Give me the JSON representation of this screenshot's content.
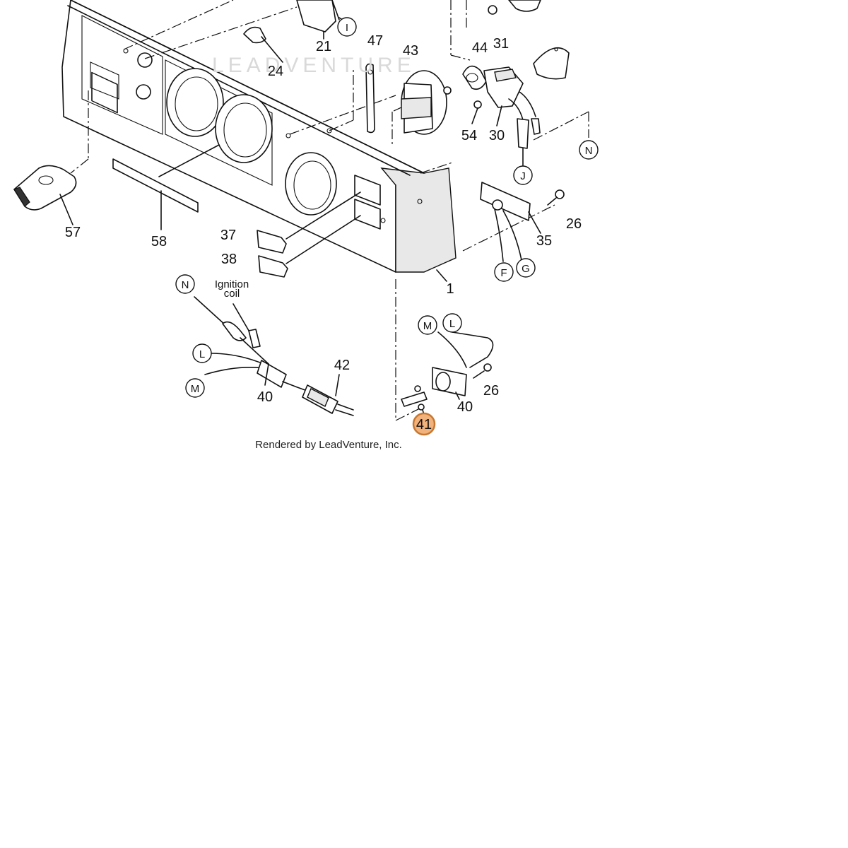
{
  "watermark": "LEADVENTURE",
  "credit": "Rendered by LeadVenture, Inc.",
  "ignition_label": {
    "line1": "Ignition",
    "line2": "coil"
  },
  "part_labels": {
    "p1": "1",
    "p21": "21",
    "p24": "24",
    "p26a": "26",
    "p26b": "26",
    "p30": "30",
    "p31": "31",
    "p35": "35",
    "p37": "37",
    "p38": "38",
    "p40a": "40",
    "p40b": "40",
    "p42": "42",
    "p43": "43",
    "p44": "44",
    "p47": "47",
    "p54": "54",
    "p57": "57",
    "p58": "58",
    "p41": "41"
  },
  "connector_callouts": {
    "I": "I",
    "J": "J",
    "N1": "N",
    "N2": "N",
    "F": "F",
    "G": "G",
    "L1": "L",
    "M1": "M",
    "L2": "L",
    "M2": "M"
  },
  "highlight_color": "#f2b27c"
}
